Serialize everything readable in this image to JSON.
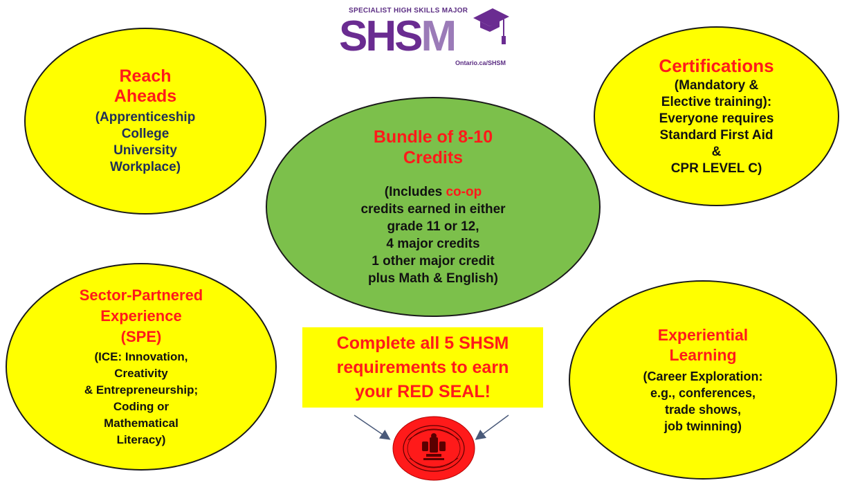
{
  "logo": {
    "top_text": "SPECIALIST HIGH SKILLS MAJOR",
    "word_part1": "SHS",
    "word_part2": "M",
    "url": "Ontario.ca/SHSM"
  },
  "reach_aheads": {
    "title_line1": "Reach",
    "title_line2": "Aheads",
    "lines": [
      "(Apprenticeship",
      "College",
      "University",
      "Workplace)"
    ]
  },
  "certifications": {
    "title": "Certifications",
    "lines": [
      "(Mandatory &",
      "Elective training):",
      "Everyone requires",
      "Standard First Aid",
      "&",
      "CPR LEVEL C)"
    ]
  },
  "bundle": {
    "title_line1": "Bundle of 8-10",
    "title_line2": "Credits",
    "includes_prefix": "(Includes ",
    "includes_highlight": "co-op",
    "lines": [
      "credits earned in either",
      "grade 11 or 12,",
      "4 major credits",
      "1 other major credit",
      "plus Math & English)"
    ]
  },
  "spe": {
    "title_line1": "Sector-Partnered",
    "title_line2": "Experience",
    "title_line3": "(SPE)",
    "lines": [
      "(ICE: Innovation,",
      "Creativity",
      "& Entrepreneurship;",
      "Coding or",
      "Mathematical",
      "Literacy)"
    ]
  },
  "experiential": {
    "title_line1": "Experiential",
    "title_line2": "Learning",
    "lines": [
      "(Career Exploration:",
      "e.g., conferences,",
      "trade shows,",
      "job twinning)"
    ]
  },
  "callout": {
    "lines": [
      "Complete all 5 SHSM",
      "requirements to earn",
      "your RED SEAL!"
    ]
  },
  "colors": {
    "yellow": "#ffff00",
    "green": "#7cc04b",
    "red": "#ff1a1a",
    "purple": "#6a2c91",
    "navy": "#1f2f5a"
  }
}
